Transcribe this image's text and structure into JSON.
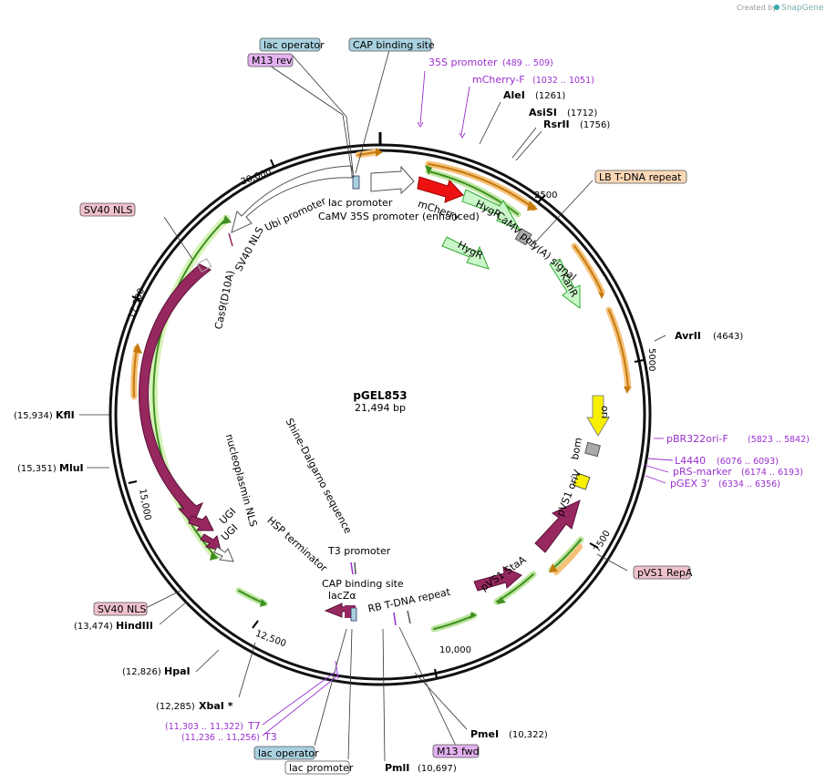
{
  "watermark": {
    "prefix": "Created by",
    "brand": "SnapGene"
  },
  "plasmid": {
    "name": "pGEL853",
    "size": "21,494 bp"
  },
  "ticks": [
    "2500",
    "5000",
    "7500",
    "10,000",
    "12,500",
    "15,000",
    "17,500",
    "20,000"
  ],
  "enzymes": [
    {
      "name": "AleI",
      "pos": "(1261)"
    },
    {
      "name": "AsiSI",
      "pos": "(1712)"
    },
    {
      "name": "RsrII",
      "pos": "(1756)"
    },
    {
      "name": "AvrII",
      "pos": "(4643)"
    },
    {
      "name": "PmeI",
      "pos": "(10,322)"
    },
    {
      "name": "PmlI",
      "pos": "(10,697)"
    },
    {
      "name": "XbaI *",
      "pos": "(12,285)"
    },
    {
      "name": "HpaI",
      "pos": "(12,826)"
    },
    {
      "name": "HindIII",
      "pos": "(13,474)"
    },
    {
      "name": "MluI",
      "pos": "(15,351)"
    },
    {
      "name": "KflI",
      "pos": "(15,934)"
    }
  ],
  "primers": [
    {
      "name": "35S promoter",
      "pos": "(489 .. 509)"
    },
    {
      "name": "mCherry-F",
      "pos": "(1032 .. 1051)"
    },
    {
      "name": "pBR322ori-F",
      "pos": "(5823 .. 5842)"
    },
    {
      "name": "L4440",
      "pos": "(6076 .. 6093)"
    },
    {
      "name": "pRS-marker",
      "pos": "(6174 .. 6193)"
    },
    {
      "name": "pGEX 3'",
      "pos": "(6334 .. 6356)"
    },
    {
      "name": "T7",
      "pos": "(11,303 .. 11,322)"
    },
    {
      "name": "T3",
      "pos": "(11,236 .. 11,256)"
    }
  ],
  "boxed": [
    "lac operator",
    "CAP binding site",
    "M13 rev",
    "LB T-DNA repeat",
    "SV40 NLS",
    "SV40 NLS",
    "pVS1 RepA",
    "M13 fwd",
    "lac operator",
    "lac promoter"
  ],
  "features": [
    "lac promoter",
    "CaMV 35S promoter (enhanced)",
    "Ubi promoter",
    "SV40 NLS",
    "mCherry",
    "HygR",
    "CaMV poly(A) signal",
    "HygR",
    "KanR",
    "Cas9(D10A)",
    "ori",
    "bom",
    "pVS1 oriV",
    "pVS1 StaA",
    "nucleoplasmin NLS",
    "UGI",
    "UGI",
    "HSP terminator",
    "Shine-Dalgarno sequence",
    "T3 promoter",
    "CAP binding site",
    "lacZα",
    "RB T-DNA repeat"
  ],
  "colors": {
    "backbone": "#111111",
    "cas9": "#96285f",
    "mcherry": "#ee1111",
    "hyg": "#c9f7c9",
    "ori": "#f7f000",
    "orange": "#f0a030",
    "green": "#55aa33",
    "primer": "#9a2fcf",
    "box_blue": "#a9d1df",
    "box_purple": "#e3b1ef",
    "box_pink": "#efc1cd",
    "box_peach": "#fbd8b7"
  }
}
